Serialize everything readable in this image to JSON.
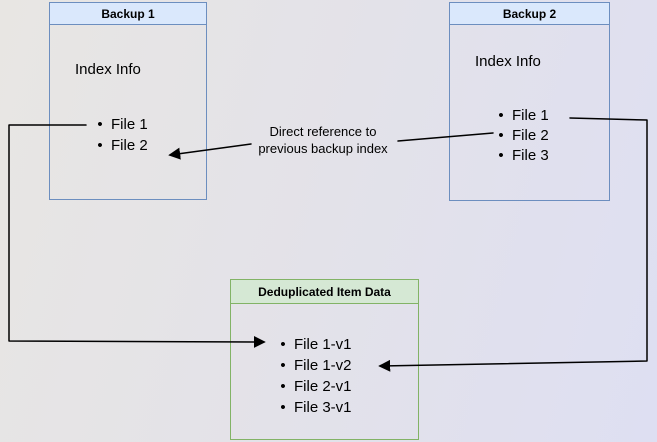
{
  "diagram": {
    "backup1": {
      "title": "Backup 1",
      "section_label": "Index Info",
      "items": [
        "File 1",
        "File 2"
      ]
    },
    "backup2": {
      "title": "Backup 2",
      "section_label": "Index Info",
      "items": [
        "File 1",
        "File 2",
        "File 3"
      ]
    },
    "dedup": {
      "title": "Deduplicated Item Data",
      "items": [
        "File 1-v1",
        "File 1-v2",
        "File 2-v1",
        "File 3-v1"
      ]
    },
    "annotation": {
      "line1": "Direct reference to",
      "line2": "previous backup index"
    },
    "bullet_glyph": "•",
    "colors": {
      "blue_border": "#6c8ebf",
      "blue_header_fill": "#dae8fc",
      "green_border": "#82b366",
      "green_header_fill": "#d5e8d4",
      "connector": "#000000",
      "background_left": "#e8e6e3",
      "background_right": "#dedff2"
    }
  }
}
